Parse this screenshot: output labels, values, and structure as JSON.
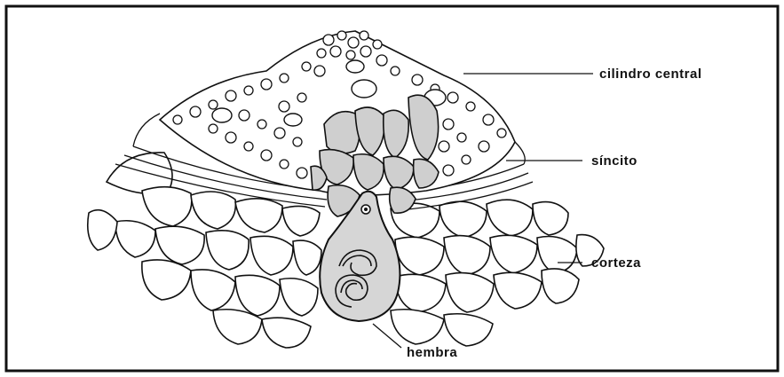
{
  "labels": {
    "central_cylinder": "cilindro central",
    "syncytium": "síncito",
    "cortex": "corteza",
    "female": "hembra"
  },
  "colors": {
    "ink": "#111111",
    "paper": "#ffffff",
    "syncytium_fill": "#cfcfcf",
    "nematode_fill": "#d6d6d6"
  }
}
